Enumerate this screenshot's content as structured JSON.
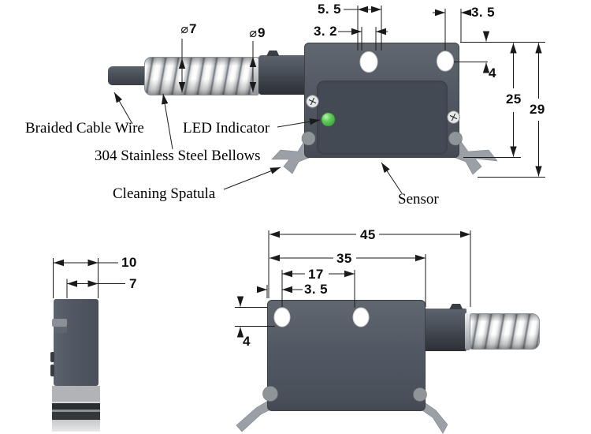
{
  "colors": {
    "line_color": "#1a1a1a",
    "body_color": "#525863",
    "panel_color": "#444a54",
    "led_color": "#54c24f",
    "spatula_color": "#9aa0a5",
    "hole_color": "#ffffff"
  },
  "labels": {
    "braided_cable_wire": "Braided Cable Wire",
    "led_indicator": "LED Indicator",
    "stainless_bellows": "304 Stainless Steel Bellows",
    "cleaning_spatula": "Cleaning Spatula",
    "sensor": "Sensor"
  },
  "views": {
    "top": {
      "dims": {
        "diameter_symbol": "⌀",
        "bellows_diameter": "7",
        "connector_diameter": "9",
        "slot_length": "5. 5",
        "hole_width": "3. 2",
        "edge_to_hole": "3. 5",
        "hole_offset": "4",
        "body_height": "25",
        "overall_height": "29"
      }
    },
    "side": {
      "dims": {
        "overall_width": "10",
        "step_width": "7"
      }
    },
    "bottom": {
      "dims": {
        "overall_length": "45",
        "body_length": "35",
        "hole_spacing": "17",
        "edge_to_hole": "3. 5",
        "hole_offset": "4"
      }
    }
  }
}
